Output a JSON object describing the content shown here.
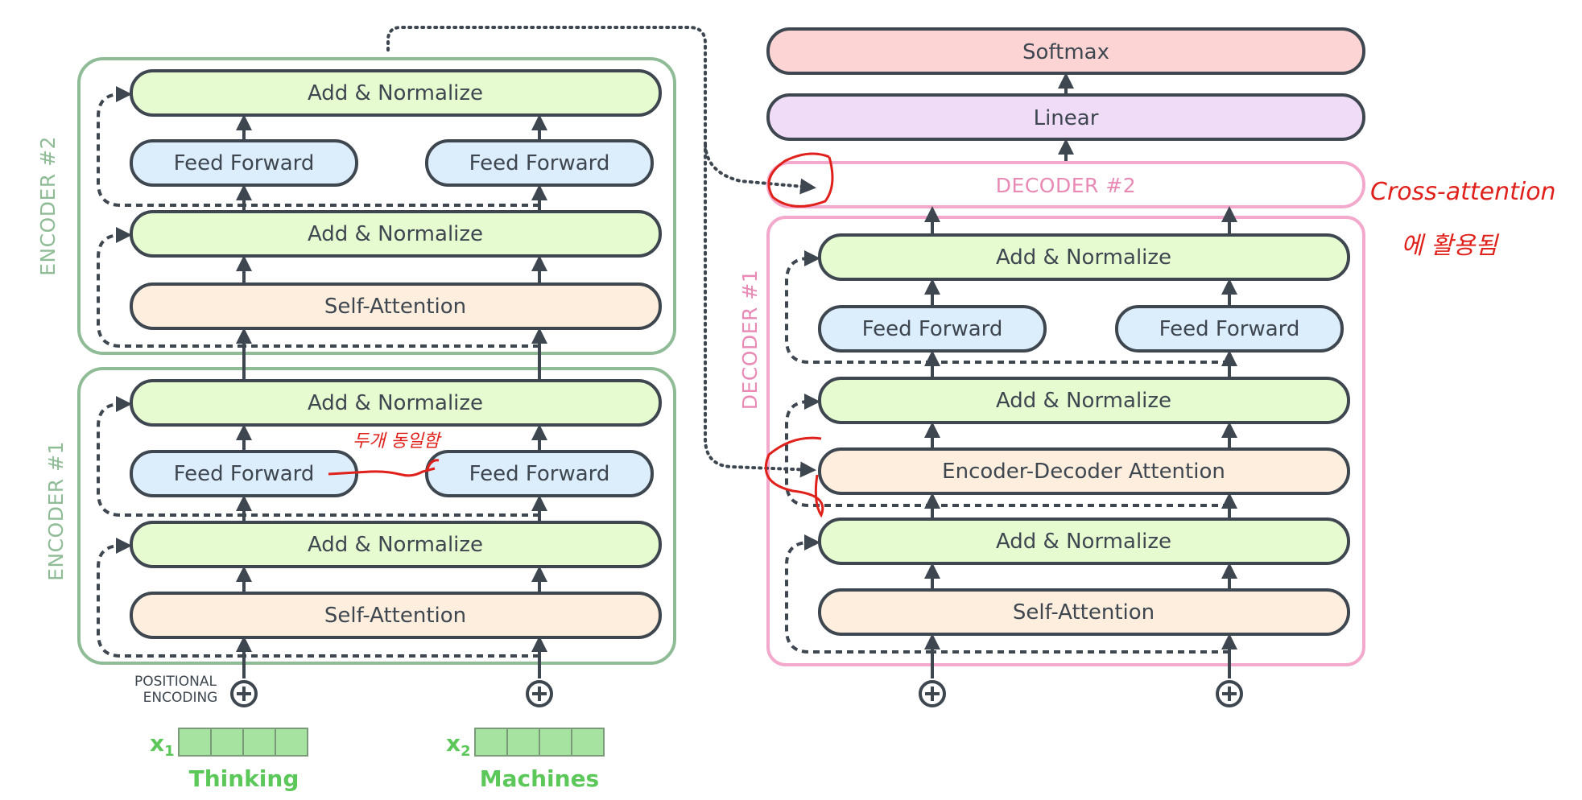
{
  "labels": {
    "add_norm": "Add & Normalize",
    "feed_forward": "Feed Forward",
    "self_attention": "Self-Attention",
    "enc_dec_attention": "Encoder-Decoder Attention",
    "softmax": "Softmax",
    "linear": "Linear",
    "encoder1": "ENCODER #1",
    "encoder2": "ENCODER #2",
    "decoder1": "DECODER #1",
    "decoder2": "DECODER #2",
    "positional_encoding_line1": "POSITIONAL",
    "positional_encoding_line2": "ENCODING",
    "x1": "x",
    "x1_sub": "1",
    "x2": "x",
    "x2_sub": "2",
    "word1": "Thinking",
    "word2": "Machines"
  },
  "annotations": {
    "cross_attention_line1": "Cross-attention",
    "cross_attention_line2": "에 활용됨",
    "ffn_note": "두개 동일함"
  },
  "colors": {
    "encoder_border": "#8fbc97",
    "decoder_border": "#f3a9cc",
    "add_norm_fill": "#e6fbd0",
    "feed_forward_fill": "#dcedfc",
    "attention_fill": "#fdeedd",
    "softmax_fill": "#fcd4d4",
    "linear_fill": "#f1dcf7",
    "box_stroke": "#3e4650",
    "embedding_fill": "#a6e3a0",
    "word_green": "#5cc85a",
    "annotation_red": "#e0201a"
  }
}
